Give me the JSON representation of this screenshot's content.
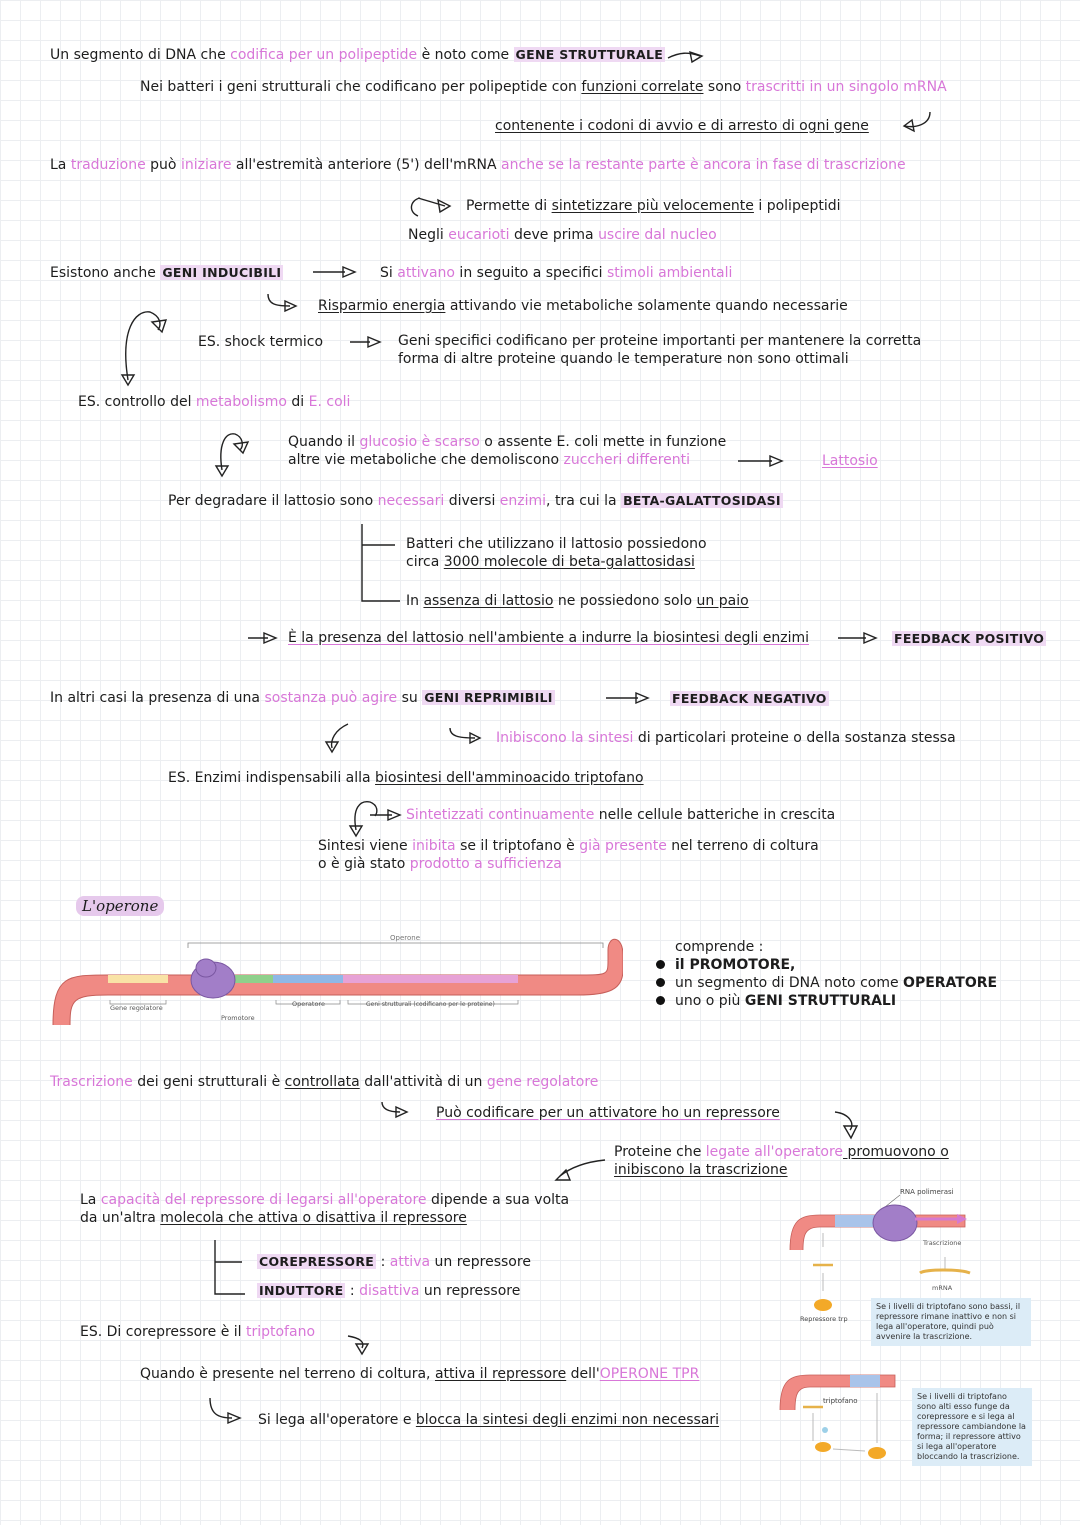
{
  "lines": {
    "l1": {
      "a": "Un segmento di DNA che ",
      "b": "codifica per un polipeptide",
      "c": " è noto come ",
      "d": "GENE STRUTTURALE"
    },
    "l2": {
      "a": "Nei batteri i geni strutturali che codificano per polipeptide con ",
      "b": "funzioni correlate",
      "c": " sono ",
      "d": "trascritti in un singolo mRNA"
    },
    "l3": {
      "a": "contenente i codoni di avvio e di arresto di ogni gene"
    },
    "l4": {
      "a": "La ",
      "b": "traduzione",
      "c": " può ",
      "d": "iniziare",
      "e": " all'estremità anteriore (5') dell'mRNA ",
      "f": "anche se la restante parte è ancora in fase di trascrizione"
    },
    "l5": {
      "a": "Permette di ",
      "b": "sintetizzare più velocemente",
      "c": " i polipeptidi"
    },
    "l6": {
      "a": "Negli ",
      "b": "eucarioti",
      "c": " deve prima ",
      "d": "uscire dal nucleo"
    },
    "l7": {
      "a": "Esistono anche ",
      "b": "GENI INDUCIBILI"
    },
    "l8": {
      "a": "Si ",
      "b": "attivano",
      "c": " in seguito a specifici ",
      "d": "stimoli ambientali"
    },
    "l9": {
      "a": "Risparmio energia",
      "b": " attivando vie metaboliche solamente quando necessarie"
    },
    "l10": {
      "a": "ES. shock termico"
    },
    "l11": {
      "a": "Geni specifici codificano per proteine importanti per mantenere la corretta",
      "b": "forma di altre proteine quando le temperature non sono ottimali"
    },
    "l12": {
      "a": "ES. controllo del ",
      "b": "metabolismo",
      "c": " di ",
      "d": "E. coli"
    },
    "l13": {
      "a": "Quando il ",
      "b": "glucosio è scarso",
      "c": " o assente E. coli mette in funzione",
      "d": "altre vie metaboliche che demoliscono ",
      "e": "zuccheri differenti"
    },
    "l14": {
      "a": "Lattosio"
    },
    "l15": {
      "a": "Per degradare il lattosio sono ",
      "b": "necessari",
      "c": " diversi ",
      "d": "enzimi",
      "e": ", tra cui la ",
      "f": "BETA-GALATTOSIDASI"
    },
    "l16": {
      "a": "Batteri che utilizzano il lattosio possiedono",
      "b": "circa ",
      "c": "3000 molecole di beta-galattosidasi"
    },
    "l17": {
      "a": "In ",
      "b": "assenza di lattosio",
      "c": " ne possiedono solo ",
      "d": "un paio"
    },
    "l18": {
      "a": "È la presenza del lattosio nell'ambiente a indurre la biosintesi degli enzimi"
    },
    "l19": {
      "a": "FEEDBACK POSITIVO"
    },
    "l20": {
      "a": "In altri casi la presenza di una ",
      "b": "sostanza può agire",
      "c": " su ",
      "d": "GENI REPRIMIBILI"
    },
    "l21": {
      "a": "FEEDBACK NEGATIVO"
    },
    "l22": {
      "a": "Inibiscono la sintesi",
      "b": " di particolari proteine o della sostanza stessa"
    },
    "l23": {
      "a": "ES. Enzimi indispensabili alla ",
      "b": "biosintesi dell'amminoacido triptofano"
    },
    "l24": {
      "a": "Sintetizzati continuamente",
      "b": " nelle cellule batteriche in crescita"
    },
    "l25": {
      "a": "Sintesi viene ",
      "b": "inibita",
      "c": " se il triptofano è ",
      "d": "già presente",
      "e": " nel terreno di coltura",
      "f": "o è già stato ",
      "g": "prodotto a sufficienza"
    },
    "l26": {
      "a": "L'operone"
    },
    "l27": {
      "a": "comprende :",
      "b": "il PROMOTORE,",
      "c": "un segmento di DNA noto come ",
      "d": "OPERATORE",
      "e": "uno o più ",
      "f": "GENI STRUTTURALI"
    },
    "l28": {
      "a": "Trascrizione",
      "b": " dei geni strutturali è ",
      "c": "controllata",
      "d": " dall'attività di un ",
      "e": "gene regolatore"
    },
    "l29": {
      "a": "Può codificare per un attivatore ho un repressore"
    },
    "l30": {
      "a": "Proteine che ",
      "b": "legate all'operatore",
      "c": " promuovono o",
      "d": "inibiscono la trascrizione"
    },
    "l31": {
      "a": "La ",
      "b": "capacità del repressore di legarsi all'operatore",
      "c": " dipende a sua volta",
      "d": "da un'altra ",
      "e": "molecola che attiva o disattiva il repressore"
    },
    "l32": {
      "a": "COREPRESSORE",
      "b": " : ",
      "c": "attiva",
      "d": " un repressore"
    },
    "l33": {
      "a": "INDUTTORE",
      "b": " : ",
      "c": "disattiva",
      "d": " un repressore"
    },
    "l34": {
      "a": "ES. Di corepressore è il ",
      "b": "triptofano"
    },
    "l35": {
      "a": "Quando è presente nel terreno di coltura, ",
      "b": "attiva il repressore",
      "c": " dell'",
      "d": "OPERONE TPR"
    },
    "l36": {
      "a": "Si lega all'operatore e ",
      "b": "blocca la sintesi degli enzimi non necessari"
    }
  },
  "figure1": {
    "operone": "Operone",
    "gene_regolatore": "Gene regolatore",
    "promotore": "Promotore",
    "operatore": "Operatore",
    "geni_strutturali": "Geni strutturali (codificano per le proteine)"
  },
  "figure2": {
    "rna_polimerasi": "RNA polimerasi",
    "trascrizione": "Trascrizione",
    "mrna": "mRNA",
    "repressore": "Repressore trp",
    "triptofano": "triptofano",
    "note1": "Se i livelli di triptofano sono bassi, il repressore rimane inattivo e non si lega all'operatore, quindi può avvenire la trascrizione.",
    "note2": "Se i livelli di triptofano sono alti esso funge da corepressore e si lega al repressore cambiandone la forma; il repressore attivo si lega all'operatore bloccando la trascrizione."
  },
  "colors": {
    "accent": "#d877d8",
    "highlight": "#efd9f3",
    "dna": "#f08a84",
    "note_bg": "#dcecf7"
  }
}
